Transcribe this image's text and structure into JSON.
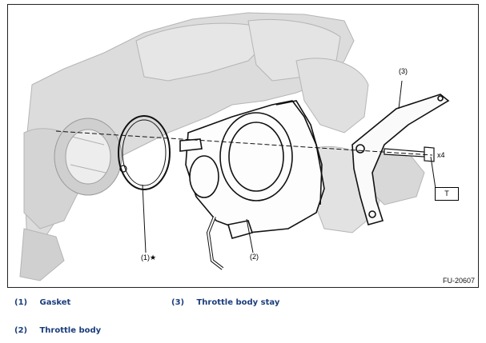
{
  "figure": {
    "code": "FU-20607",
    "callouts": {
      "gasket": "(1)",
      "gasket_mark": "★",
      "throttle_body": "(2)",
      "throttle_body_stay": "(3)",
      "bolt_qty": "x4",
      "torque": "T"
    }
  },
  "legend": [
    {
      "number": "(1)",
      "label": "Gasket"
    },
    {
      "number": "(3)",
      "label": "Throttle body stay"
    },
    {
      "number": "(2)",
      "label": "Throttle body"
    }
  ]
}
